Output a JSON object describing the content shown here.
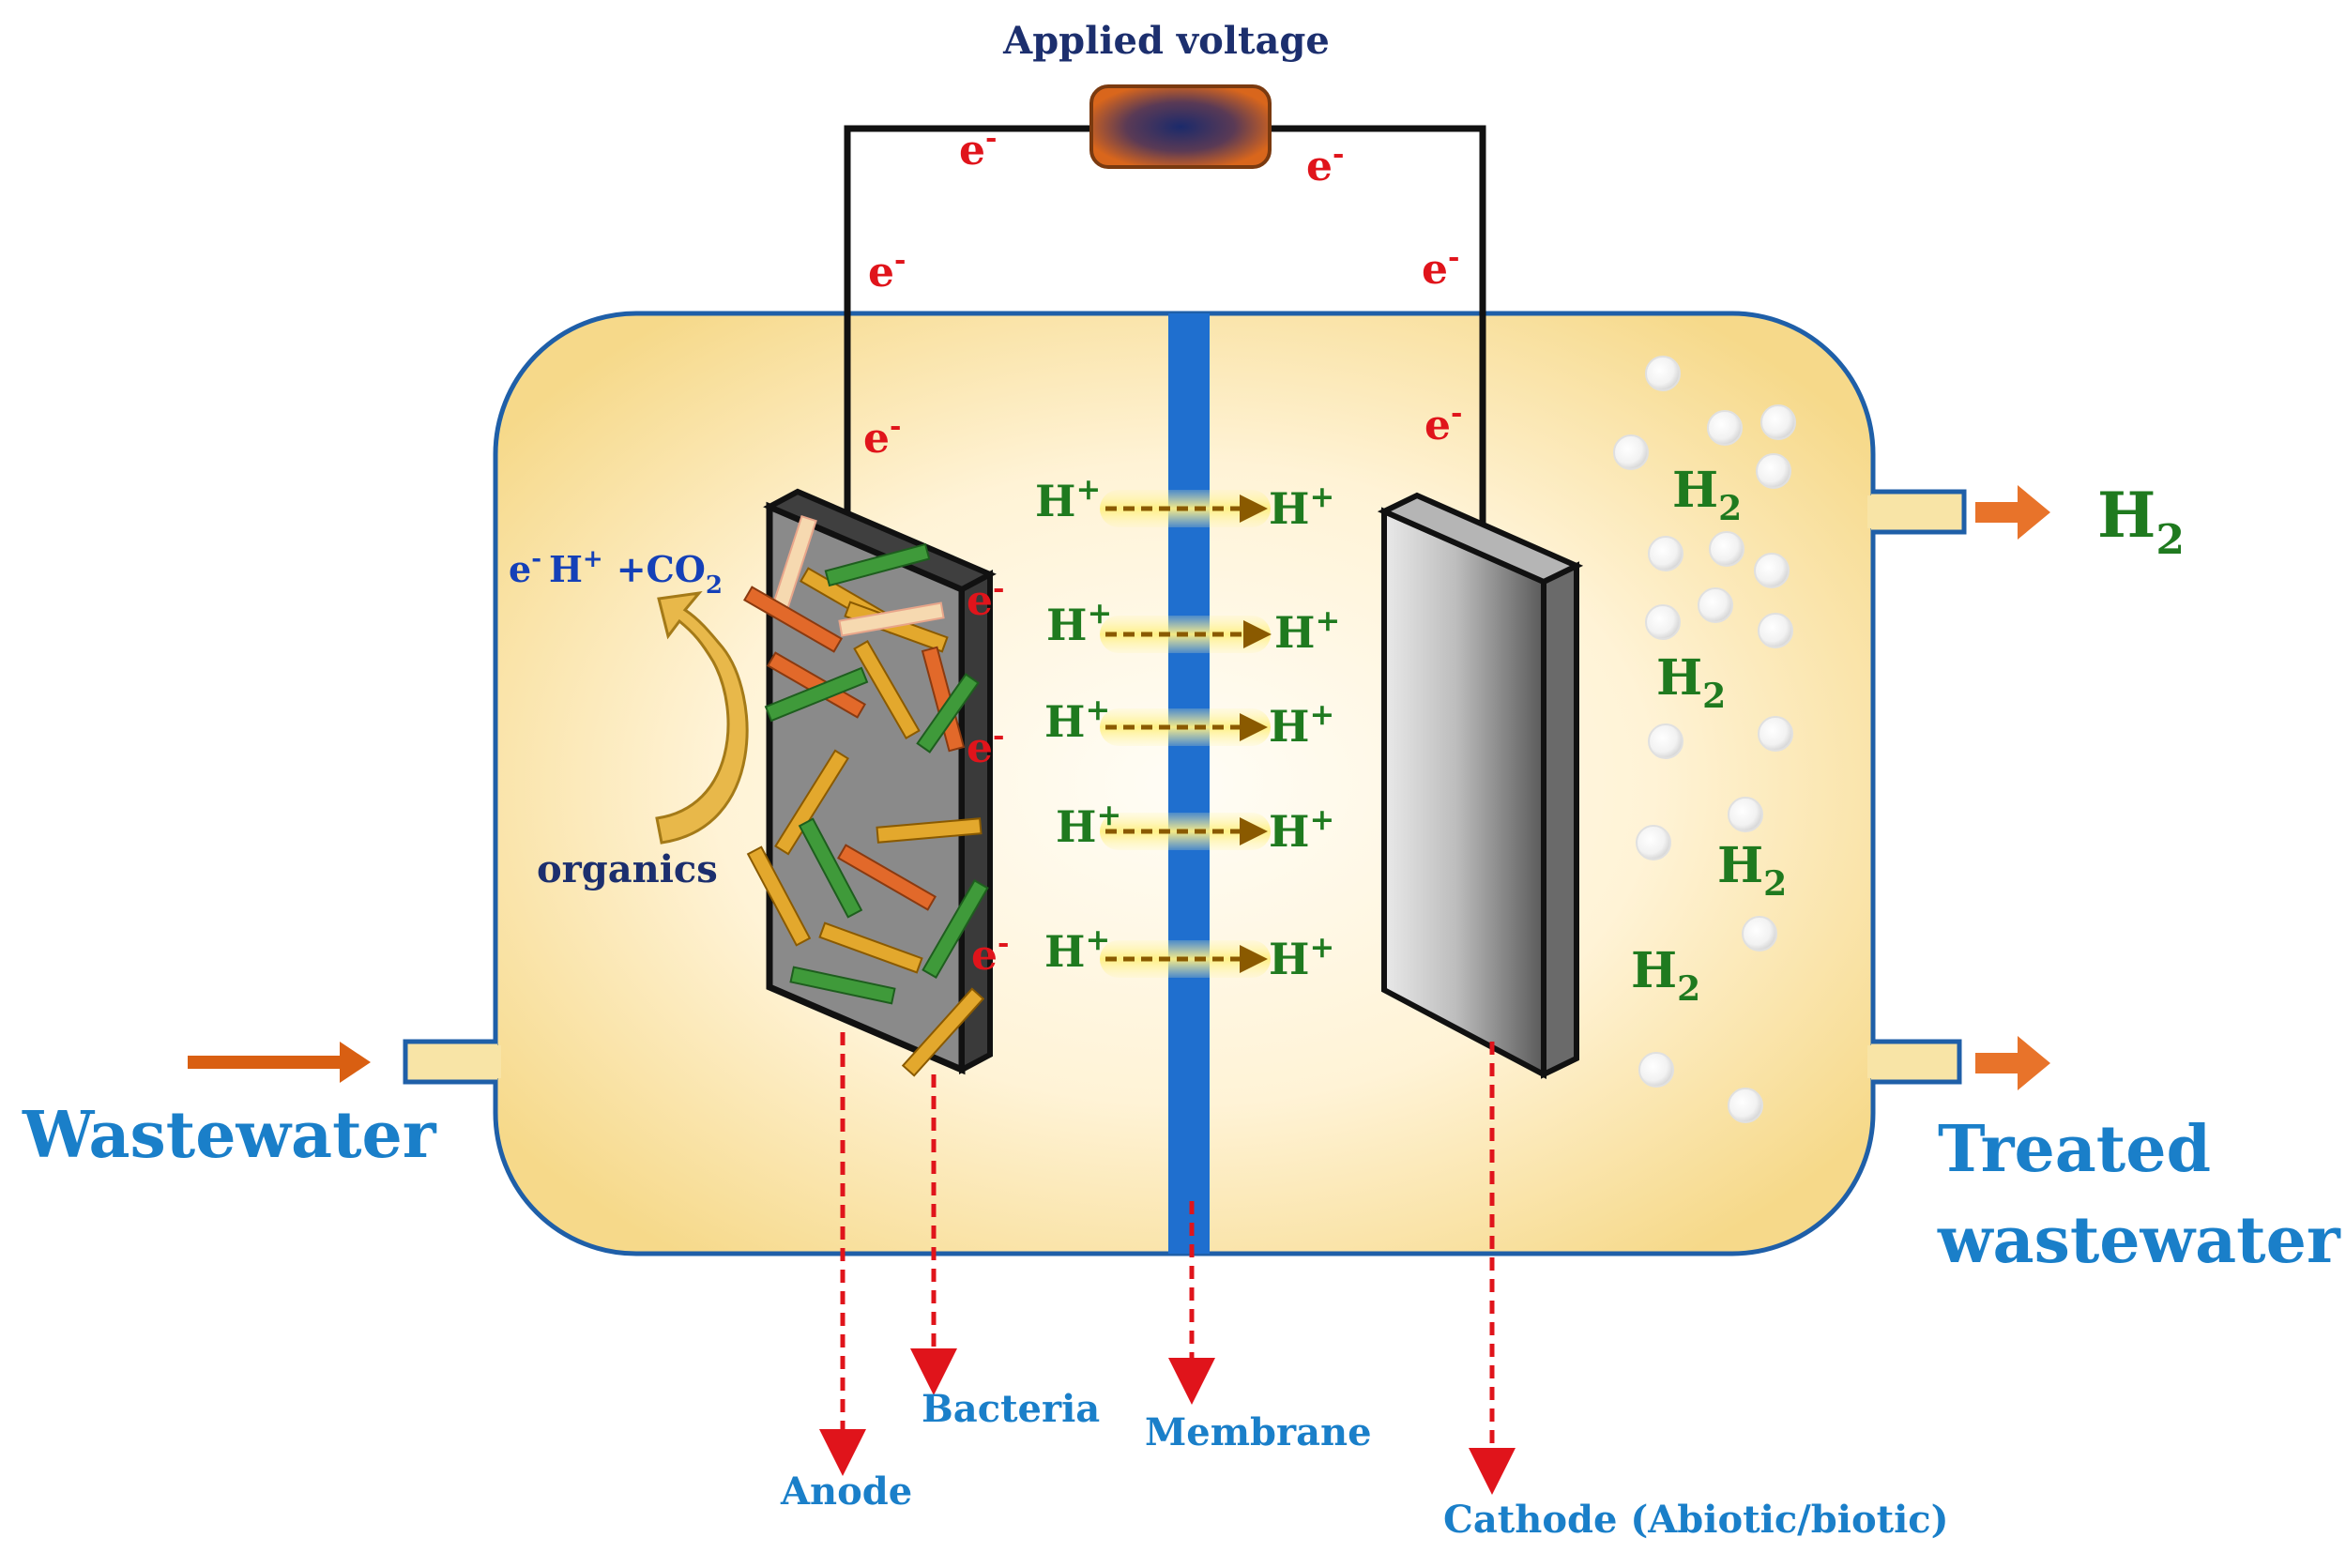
{
  "labels": {
    "applied_voltage": "Applied voltage",
    "wastewater": "Wastewater",
    "treated_line1": "Treated",
    "treated_line2": "wastewater",
    "organics": "organics",
    "anode": "Anode",
    "bacteria": "Bacteria",
    "membrane": "Membrane",
    "cathode": "Cathode (Abiotic/biotic)",
    "electron": "e",
    "electron_charge": "-",
    "proton": "H",
    "proton_charge": "+",
    "hydrogen": "H",
    "hydrogen_sub": "2",
    "reaction_e": "e",
    "reaction_e_charge": "-",
    "reaction_h": "H",
    "reaction_h_charge": "+",
    "reaction_co2": "+CO",
    "reaction_co2_sub": "2"
  },
  "colors": {
    "chamber_fill_edge": "#f6dc8a",
    "chamber_fill_center": "#fffaf0",
    "chamber_stroke": "#1f5fa8",
    "membrane": "#1f6fcf",
    "wire": "#111111",
    "arrow_orange": "#e8732a",
    "label_blue": "#1a7fc9",
    "hydrogen_green": "#1f7a1f",
    "electron_red": "#e0141b",
    "bacteria_orange": "#e2692a",
    "bacteria_yellow": "#e3a82d",
    "bacteria_green": "#3f9a3a",
    "bacteria_cream": "#f6d9b0"
  }
}
